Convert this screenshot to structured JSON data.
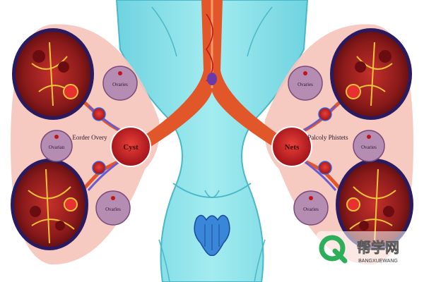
{
  "labels": {
    "left_top_bubble": "Ovaries",
    "left_mid_bubble": "Ovarian",
    "left_center_text": "Eorder Overy",
    "left_big_node": "Cyst",
    "left_bottom_bubble": "Ovarles",
    "right_top_bubble": "Ovaries",
    "right_mid_bubble": "Ovaries",
    "right_center_text": "Palcoly Phistets",
    "right_big_node": "Nets",
    "right_bottom_bubble": "Ovaries"
  },
  "watermark": {
    "text": "帮学网",
    "subtext": "BANGXUEWANG"
  },
  "colors": {
    "background": "#ffffff",
    "body": "#8fe0e8",
    "panel": "#f6c6bc",
    "ovary": "#8a1a1a",
    "tube": "#e2572a",
    "node": "#c0141a",
    "bubble": "#b58cb2",
    "uterus": "#3a86d8",
    "watermark_q": "#2fae5a"
  }
}
